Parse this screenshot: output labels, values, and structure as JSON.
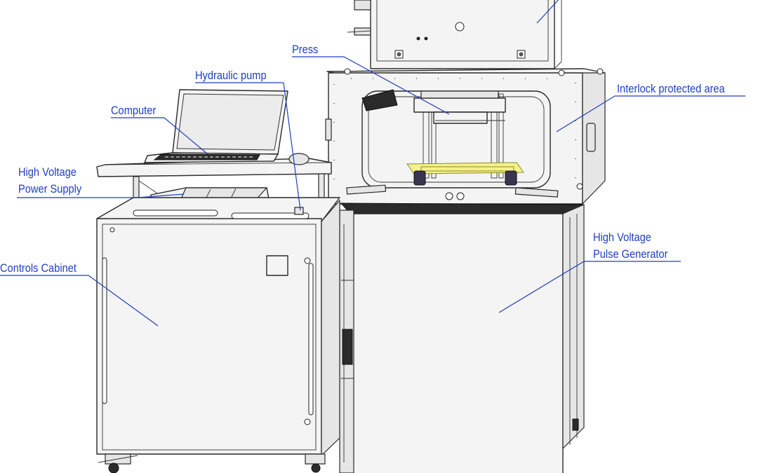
{
  "labels": {
    "press": "Press",
    "hydraulic_pump": "Hydraulic pump",
    "computer": "Computer",
    "hv_power_supply_line1": "High Voltage",
    "hv_power_supply_line2": "Power Supply",
    "controls_cabinet": "Controls Cabinet",
    "interlock_area": "Interlock protected area",
    "hv_pulse_generator_line1": "High Voltage",
    "hv_pulse_generator_line2": "Pulse Generator"
  },
  "colors": {
    "label_text": "#1f3fbf",
    "leader_line": "#1f3fbf",
    "line_art": "#2a2a2a",
    "press_plate": "#f6f28a",
    "press_feet": "#3a3550"
  }
}
